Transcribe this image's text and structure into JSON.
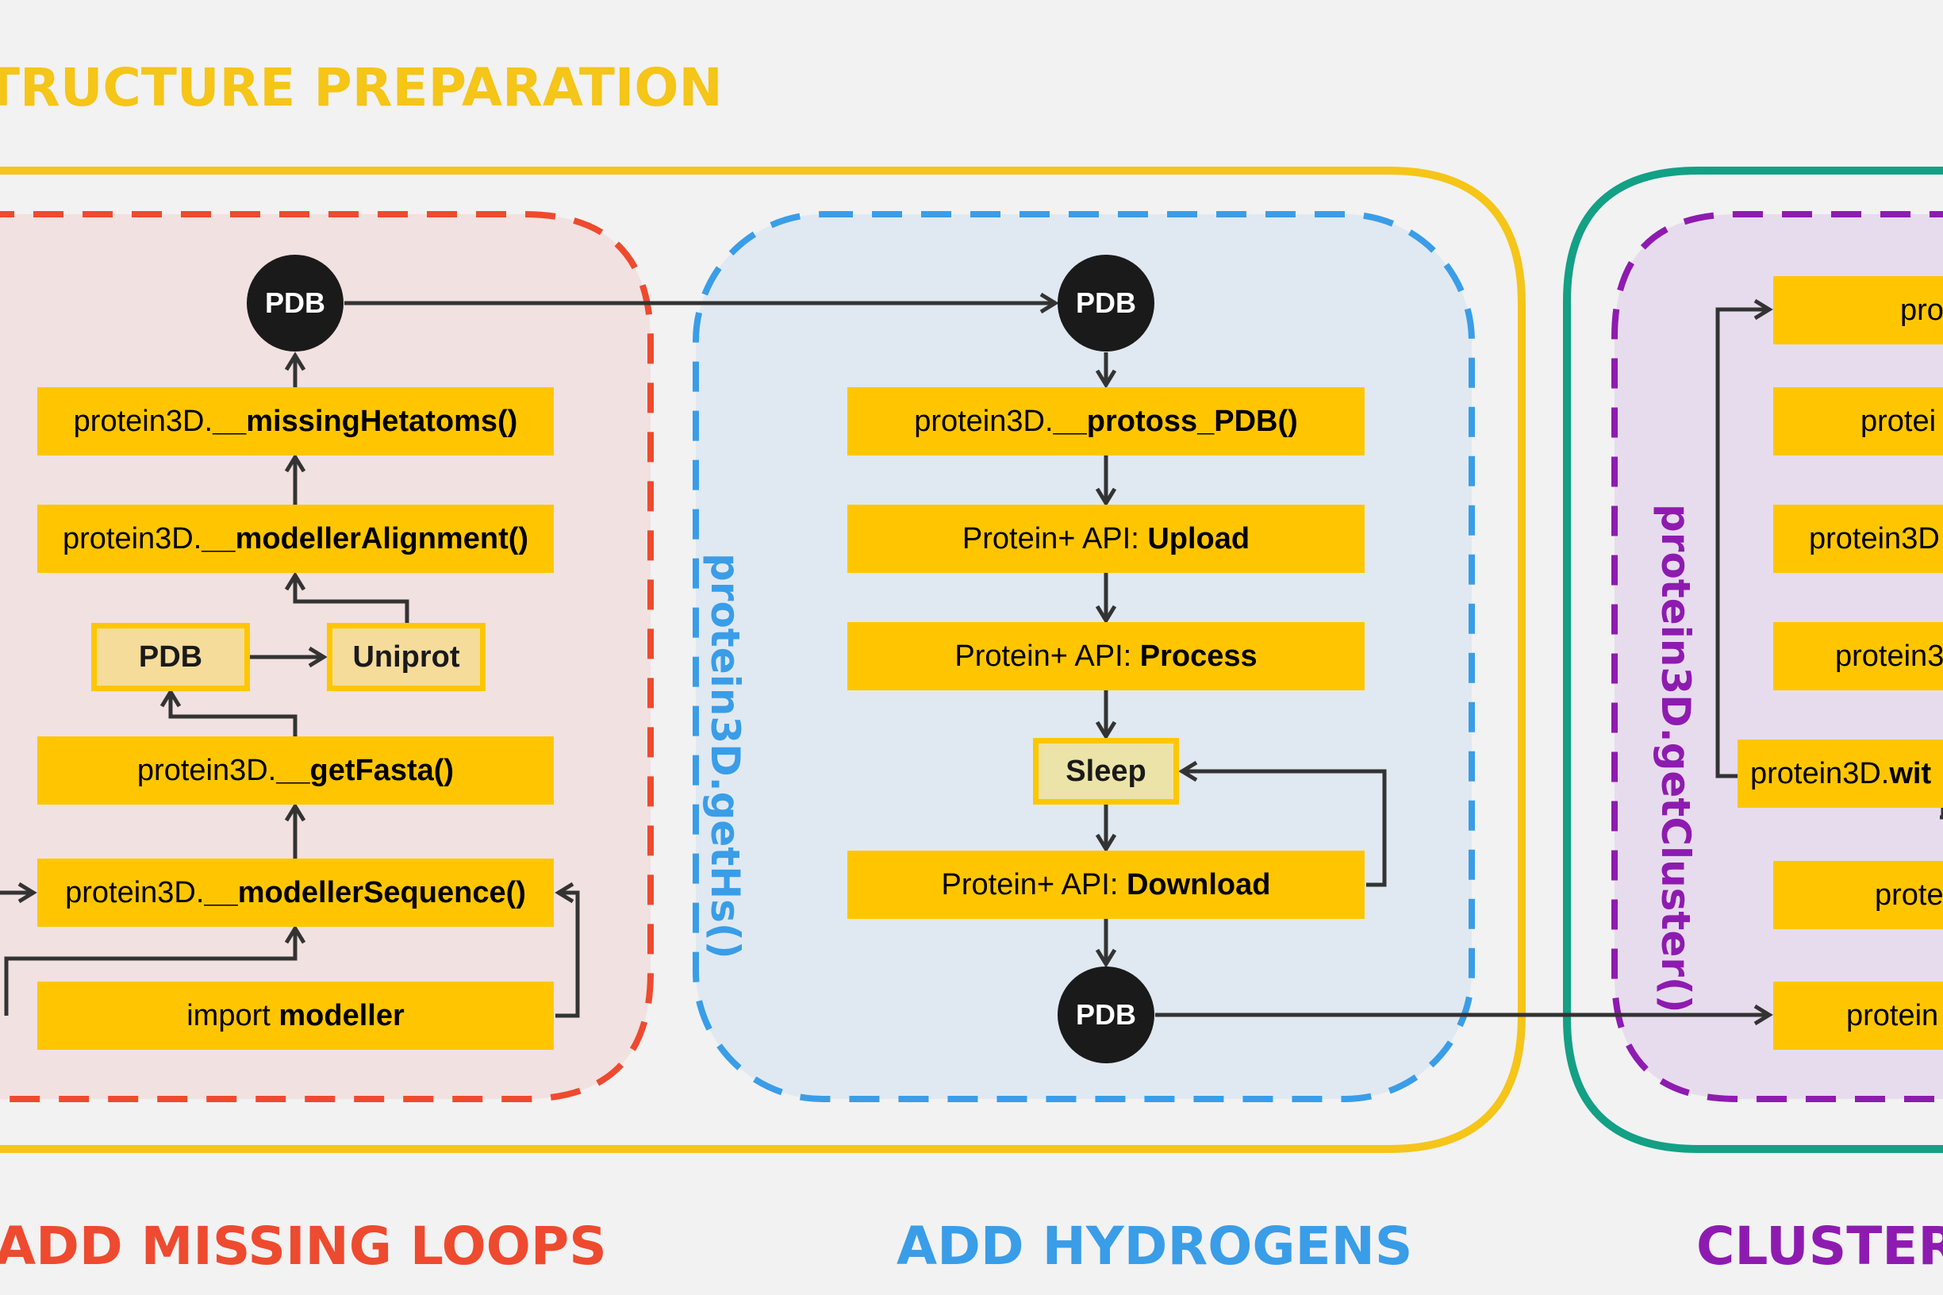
{
  "titles": {
    "structure_preparation": "TRUCTURE PREPARATION",
    "add_missing_loops": "ADD MISSING LOOPS",
    "add_hydrogens": "ADD HYDROGENS",
    "cluster": "CLUSTER"
  },
  "colors": {
    "background": "#f2f2f2",
    "structure_preparation": "#f5c518",
    "missing_loops": "#ee4a2f",
    "hydrogens": "#3a9de8",
    "cluster_outline": "#13a085",
    "cluster": "#8e1bb0",
    "step_box": "#ffc600",
    "node": "#1a1a1a"
  },
  "vertical_labels": {
    "get_hs": "protein3D.getHs()",
    "get_cluster": "protein3D.getCluster()"
  },
  "missing_loops": {
    "pdb_node": "PDB",
    "steps": {
      "missing_hetatoms": {
        "prefix": "protein3D.",
        "bold": "__missingHetatoms()"
      },
      "modeller_alignment": {
        "prefix": "protein3D.",
        "bold": "__modellerAlignment()"
      },
      "get_fasta": {
        "prefix": "protein3D.",
        "bold": "__getFasta()"
      },
      "modeller_sequence": {
        "prefix": "protein3D.",
        "bold": "__modellerSequence()"
      },
      "import_modeller": {
        "prefix": "import ",
        "bold": "modeller"
      }
    },
    "pdb_box": "PDB",
    "uniprot_box": "Uniprot"
  },
  "hydrogens": {
    "pdb_node_top": "PDB",
    "pdb_node_bottom": "PDB",
    "steps": {
      "protoss": {
        "prefix": "protein3D.",
        "bold": "__protoss_PDB()"
      },
      "upload": {
        "prefix": "Protein+ API: ",
        "bold": "Upload"
      },
      "process": {
        "prefix": "Protein+ API: ",
        "bold": "Process"
      },
      "download": {
        "prefix": "Protein+ API: ",
        "bold": "Download"
      }
    },
    "sleep_box": "Sleep"
  },
  "cluster": {
    "box1": "pro",
    "box2": "protei",
    "box3": "protein3D",
    "box4": "protein3",
    "box5_prefix": "protein3D.",
    "box5_bold": "wit",
    "box6": "prote",
    "box7": "protein"
  }
}
